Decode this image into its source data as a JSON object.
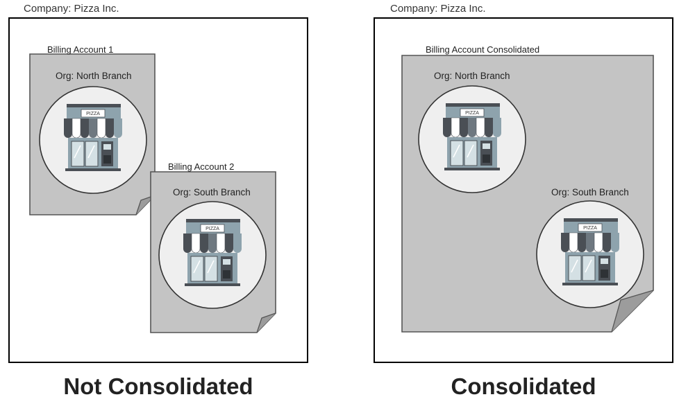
{
  "left_panel": {
    "company_label": "Company: Pizza Inc.",
    "caption": "Not Consolidated",
    "accounts": [
      {
        "label": "Billing Account 1",
        "org": "Org: North Branch",
        "store_sign": "PIZZA"
      },
      {
        "label": "Billing Account 2",
        "org": "Org: South Branch",
        "store_sign": "PIZZA"
      }
    ]
  },
  "right_panel": {
    "company_label": "Company: Pizza Inc.",
    "caption": "Consolidated",
    "account": {
      "label": "Billing Account Consolidated",
      "orgs": [
        {
          "org": "Org: North Branch",
          "store_sign": "PIZZA"
        },
        {
          "org": "Org: South Branch",
          "store_sign": "PIZZA"
        }
      ]
    }
  },
  "colors": {
    "document_fill": "#c4c4c4",
    "document_stroke": "#555555",
    "circle_fill": "#efefef",
    "awning_dark": "#4a4f55",
    "awning_light": "#ffffff",
    "storefront": "#8ea3ad"
  }
}
